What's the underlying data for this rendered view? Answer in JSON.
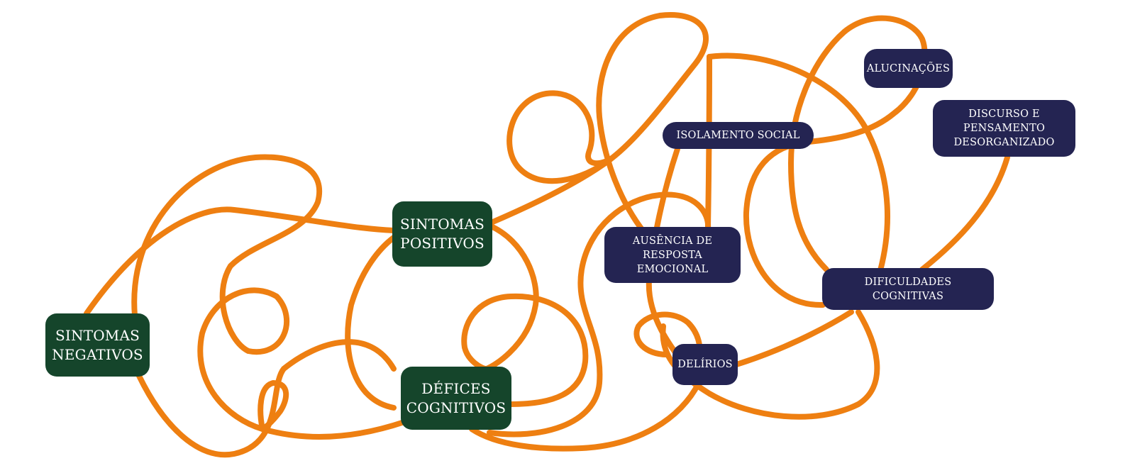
{
  "colors": {
    "line": "#ee7f11",
    "category_box": "#15452b",
    "symptom_box": "#242452",
    "text": "#ffffff",
    "background": "#ffffff"
  },
  "categories": {
    "negative": {
      "label": "SINTOMAS\nNEGATIVOS"
    },
    "positive": {
      "label": "SINTOMAS\nPOSITIVOS"
    },
    "cognitive": {
      "label": "DÉFICES\nCOGNITIVOS"
    }
  },
  "symptoms": {
    "hallucinations": {
      "label": "ALUCINAÇÕES"
    },
    "disorganized_speech": {
      "label": "DISCURSO E\nPENSAMENTO\nDESORGANIZADO"
    },
    "social_isolation": {
      "label": "ISOLAMENTO SOCIAL"
    },
    "emotional_absence": {
      "label": "AUSÊNCIA DE\nRESPOSTA EMOCIONAL"
    },
    "cognitive_difficulties": {
      "label": "DIFICULDADES\nCOGNITIVAS"
    },
    "delusions": {
      "label": "DELÍRIOS"
    }
  }
}
